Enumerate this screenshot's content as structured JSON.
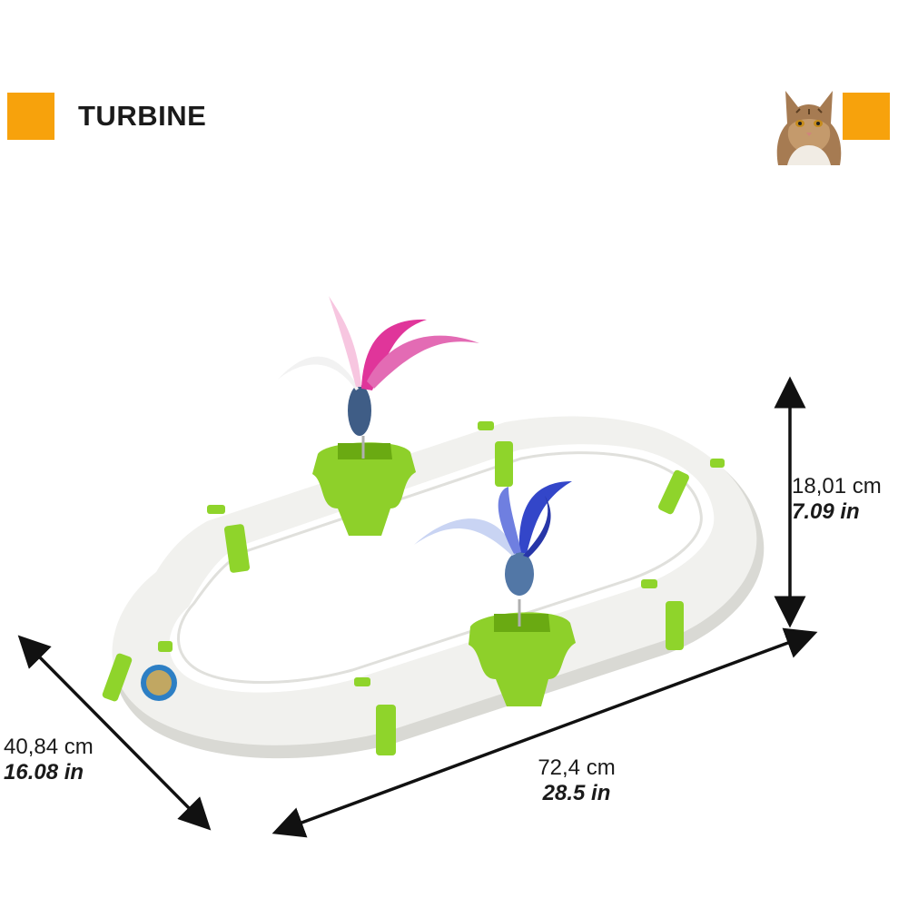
{
  "header": {
    "title": "TURBINE",
    "accent_color": "#f7a20c"
  },
  "icons": {
    "cat": "cat-photo-icon"
  },
  "dimensions": {
    "height": {
      "cm": "18,01 cm",
      "in": "7.09 in"
    },
    "depth": {
      "cm": "40,84 cm",
      "in": "16.08 in"
    },
    "length": {
      "cm": "72,4 cm",
      "in": "28.5 in"
    }
  },
  "colors": {
    "track": "#eeeeea",
    "track_shadow": "#d7d7d2",
    "clip": "#8fd42b",
    "feather_pink": "#e0359a",
    "feather_blue": "#3346c9",
    "arrow": "#111111"
  }
}
